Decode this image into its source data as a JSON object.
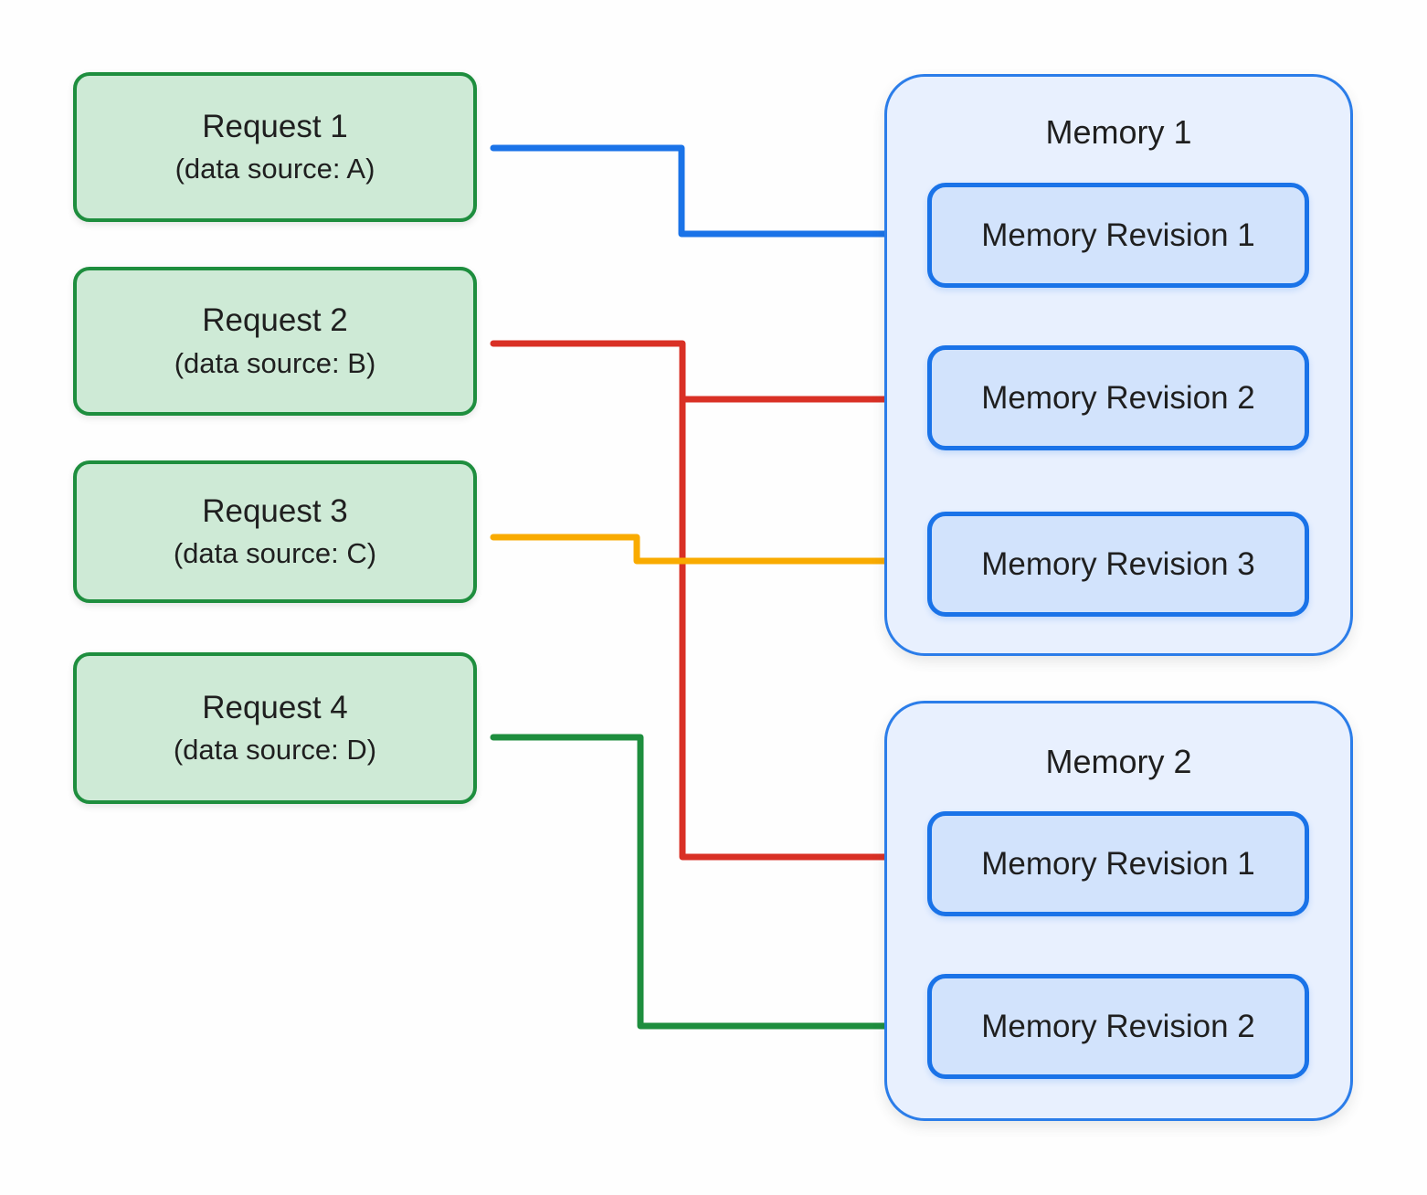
{
  "requests": [
    {
      "title": "Request 1",
      "subtitle": "(data source: A)"
    },
    {
      "title": "Request 2",
      "subtitle": "(data source: B)"
    },
    {
      "title": "Request 3",
      "subtitle": "(data source: C)"
    },
    {
      "title": "Request 4",
      "subtitle": "(data source: D)"
    }
  ],
  "memories": [
    {
      "title": "Memory 1",
      "revisions": [
        {
          "label": "Memory Revision 1"
        },
        {
          "label": "Memory Revision 2"
        },
        {
          "label": "Memory Revision 3"
        }
      ]
    },
    {
      "title": "Memory 2",
      "revisions": [
        {
          "label": "Memory Revision 1"
        },
        {
          "label": "Memory Revision 2"
        }
      ]
    }
  ],
  "connections": [
    {
      "from": "Request 1",
      "to": "Memory 1 / Memory Revision 1",
      "color": "blue"
    },
    {
      "from": "Request 2",
      "to": "Memory 1 / Memory Revision 2",
      "color": "red"
    },
    {
      "from": "Request 2",
      "to": "Memory 2 / Memory Revision 1",
      "color": "red"
    },
    {
      "from": "Request 3",
      "to": "Memory 1 / Memory Revision 3",
      "color": "yellow"
    },
    {
      "from": "Request 4",
      "to": "Memory 2 / Memory Revision 2",
      "color": "green"
    }
  ],
  "colors": {
    "arrow-blue": "#1a73e8",
    "arrow-red": "#d93025",
    "arrow-yellow": "#f9ab00",
    "arrow-green": "#1e8e3e",
    "arrow-gray": "#9aa0a6",
    "request-fill": "#ceead6",
    "request-border": "#1e8e3e",
    "memory-fill": "#e8f0fe",
    "memory-border": "#2b7de9",
    "revision-fill": "#d2e3fc",
    "revision-border": "#1a73e8"
  }
}
